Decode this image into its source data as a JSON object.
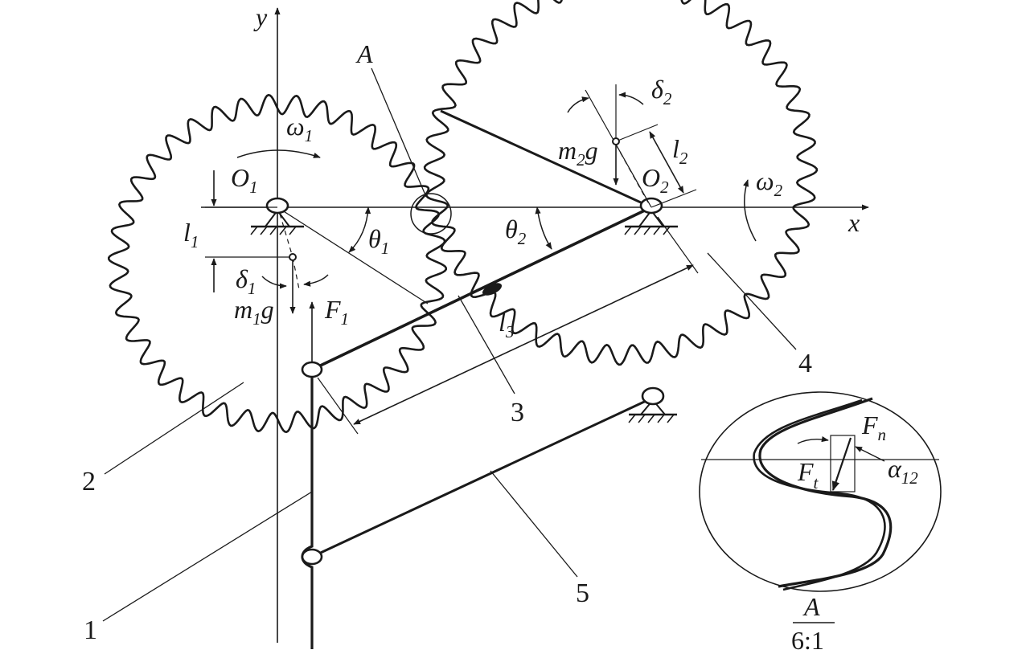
{
  "labels": {
    "y_axis": "y",
    "x_axis": "x",
    "point_a": "A",
    "omega1": {
      "main": "ω",
      "sub": "1"
    },
    "omega2": {
      "main": "ω",
      "sub": "2"
    },
    "o1": {
      "main": "O",
      "sub": "1"
    },
    "o2": {
      "main": "O",
      "sub": "2"
    },
    "delta1": {
      "main": "δ",
      "sub": "1"
    },
    "delta2": {
      "main": "δ",
      "sub": "2"
    },
    "theta1": {
      "main": "θ",
      "sub": "1"
    },
    "theta2": {
      "main": "θ",
      "sub": "2"
    },
    "l1": {
      "main": "l",
      "sub": "1"
    },
    "l2": {
      "main": "l",
      "sub": "2"
    },
    "l3": {
      "main": "l",
      "sub": "3"
    },
    "m1g": {
      "pre": "m",
      "sub": "1",
      "post": "g"
    },
    "m2g": {
      "pre": "m",
      "sub": "2",
      "post": "g"
    },
    "f1": {
      "main": "F",
      "sub": "1"
    },
    "fn": {
      "main": "F",
      "sub": "n"
    },
    "ft": {
      "main": "F",
      "sub": "t"
    },
    "alpha12": {
      "main": "α",
      "sub": "12"
    },
    "part1": "1",
    "part2": "2",
    "part3": "3",
    "part4": "4",
    "part5": "5",
    "detail_name": "A",
    "detail_scale": "6:1"
  }
}
